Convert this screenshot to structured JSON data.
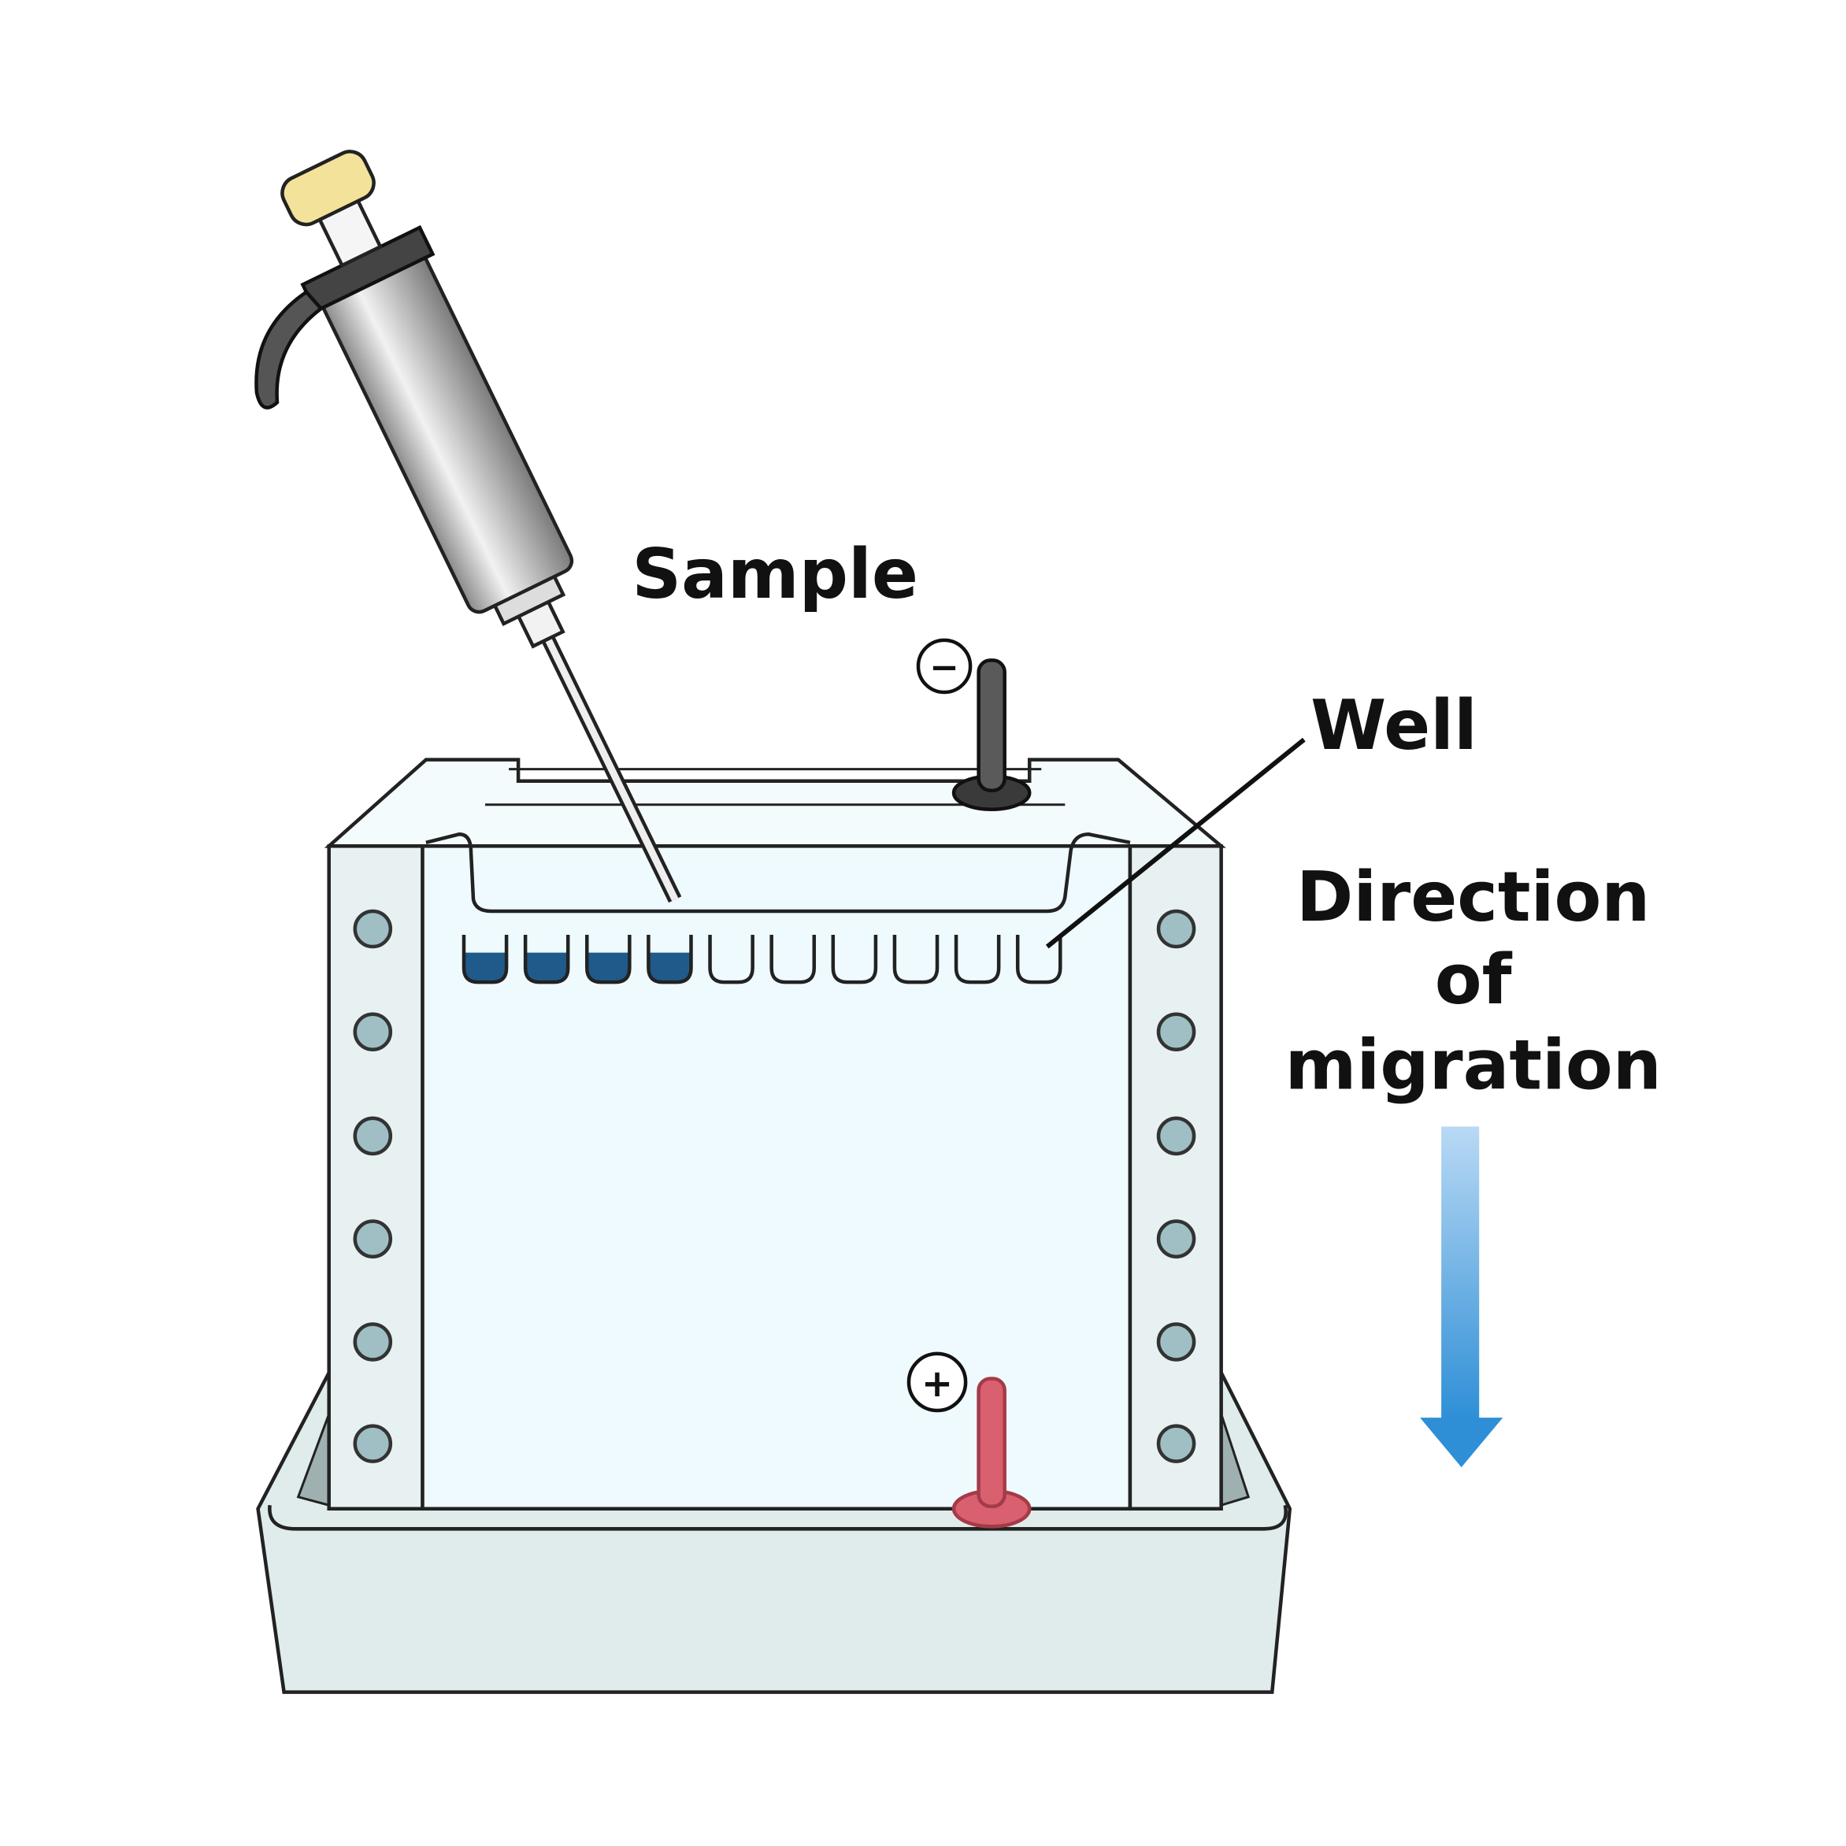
{
  "labels": {
    "sample": "Sample",
    "well": "Well",
    "direction_line1": "Direction",
    "direction_line2": "of",
    "direction_line3": "migration",
    "negative_electrode": "−",
    "positive_electrode": "+"
  },
  "wells": {
    "total": 10,
    "filled": 4
  },
  "colors": {
    "gel": "#eefafd",
    "sample_dye": "#1f5a8a",
    "negative_electrode": "#4a4a4a",
    "positive_electrode": "#d9606e",
    "arrow": "#2e8fd6",
    "pipette_cap": "#f3e29a"
  }
}
